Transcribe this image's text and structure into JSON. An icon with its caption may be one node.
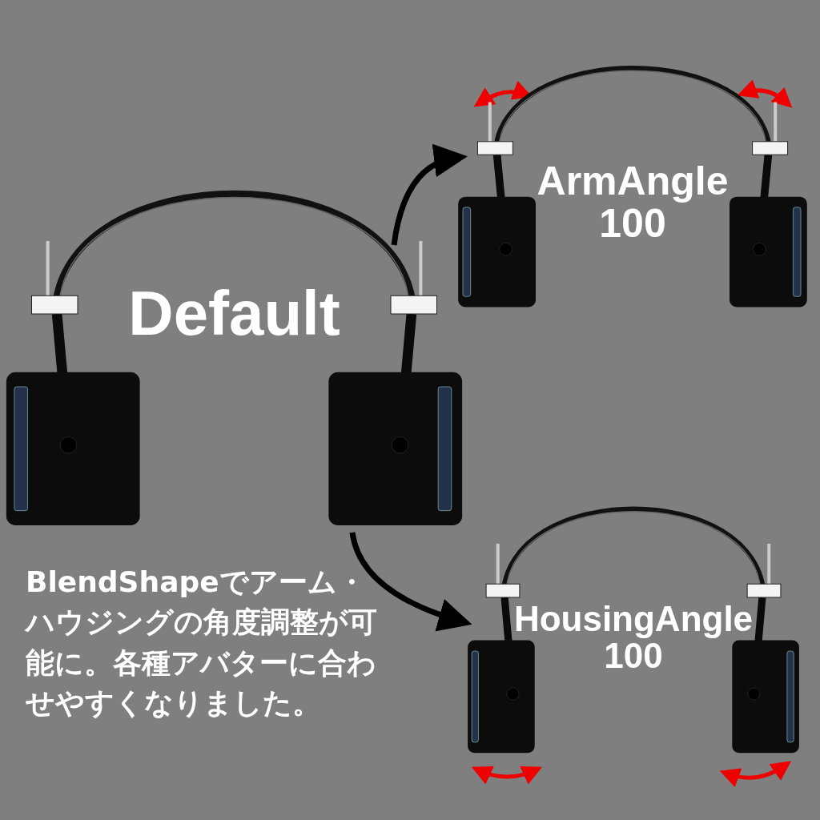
{
  "diagram": {
    "nodes": [
      {
        "text": [
          "Default"
        ]
      },
      {
        "text": [
          "ArmAngle 100"
        ]
      },
      {
        "text": [
          "HousingAngle 100"
        ]
      }
    ],
    "edges": [
      {
        "from": 0,
        "to": 1,
        "arrow": "to"
      },
      {
        "from": 0,
        "to": 2,
        "arrow": "to"
      }
    ],
    "labels": [
      "BlendShapeでアーム・ハウジングの角度調整が可能に。各種アバターに合わせやすくなりました。"
    ]
  }
}
